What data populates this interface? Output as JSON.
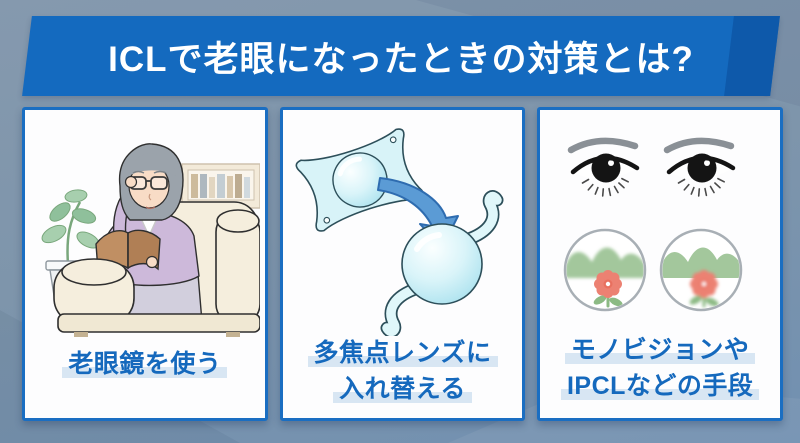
{
  "banner": {
    "title": "ICLで老眼になったときの対策とは?"
  },
  "cards": [
    {
      "id": "use-reading-glasses",
      "illustration": "elderly-woman-reading-book-illustration",
      "caption_lines": [
        "老眼鏡を使う"
      ]
    },
    {
      "id": "replace-with-multifocal-lens",
      "illustration": "lens-replacement-arrow-illustration",
      "caption_lines": [
        "多焦点レンズに",
        "入れ替える"
      ]
    },
    {
      "id": "monovision-or-ipcl",
      "illustration": "monovision-eyes-focus-illustration",
      "caption_lines": [
        "モノビジョンや",
        "IPCLなどの手段"
      ]
    }
  ],
  "colors": {
    "background_blue_gray": "#8095ab",
    "banner_blue": "#146abf",
    "banner_fold_blue": "#0e59aa",
    "card_border_blue": "#1a6ec2",
    "card_background": "#fdfdfe",
    "caption_text_blue": "#1569bd",
    "caption_highlight": "#d8e6f3",
    "title_text": "#ffffff",
    "lens_cyan": "#d8f3f8",
    "arrow_blue": "#5b9bd5",
    "mountain_green": "#a3c79c",
    "flower_coral": "#ec8172"
  }
}
